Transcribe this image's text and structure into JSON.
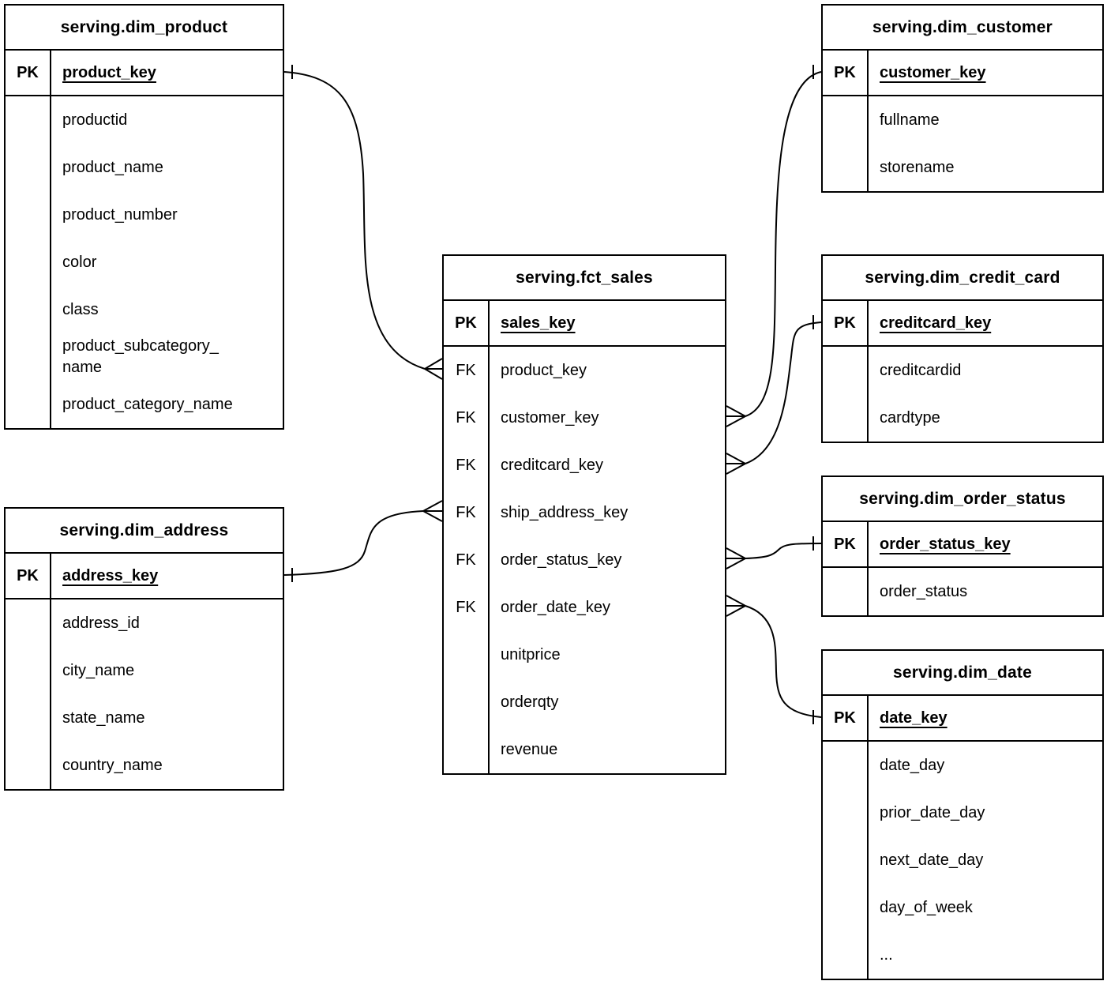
{
  "diagram": {
    "background_color": "#ffffff",
    "line_color": "#000000",
    "tables": {
      "dim_product": {
        "title": "serving.dim_product",
        "pk_label": "PK",
        "pk_field": "product_key",
        "attributes": [
          "productid",
          "product_name",
          "product_number",
          "color",
          "class",
          "product_subcategory_\nname",
          "product_category_name"
        ]
      },
      "dim_address": {
        "title": "serving.dim_address",
        "pk_label": "PK",
        "pk_field": "address_key",
        "attributes": [
          "address_id",
          "city_name",
          "state_name",
          "country_name"
        ]
      },
      "fct_sales": {
        "title": "serving.fct_sales",
        "pk_label": "PK",
        "pk_field": "sales_key",
        "fk_label": "FK",
        "fk_fields": [
          "product_key",
          "customer_key",
          "creditcard_key",
          "ship_address_key",
          "order_status_key",
          "order_date_key"
        ],
        "measures": [
          "unitprice",
          "orderqty",
          "revenue"
        ]
      },
      "dim_customer": {
        "title": "serving.dim_customer",
        "pk_label": "PK",
        "pk_field": "customer_key",
        "attributes": [
          "fullname",
          "storename"
        ]
      },
      "dim_credit_card": {
        "title": "serving.dim_credit_card",
        "pk_label": "PK",
        "pk_field": "creditcard_key",
        "attributes": [
          "creditcardid",
          "cardtype"
        ]
      },
      "dim_order_status": {
        "title": "serving.dim_order_status",
        "pk_label": "PK",
        "pk_field": "order_status_key",
        "attributes": [
          "order_status"
        ]
      },
      "dim_date": {
        "title": "serving.dim_date",
        "pk_label": "PK",
        "pk_field": "date_key",
        "attributes": [
          "date_day",
          "prior_date_day",
          "next_date_day",
          "day_of_week",
          "..."
        ]
      }
    },
    "relationships": [
      {
        "many_table": "serving.fct_sales",
        "many_field": "product_key",
        "one_table": "serving.dim_product",
        "one_field": "product_key",
        "cardinality": "many-to-one"
      },
      {
        "many_table": "serving.fct_sales",
        "many_field": "customer_key",
        "one_table": "serving.dim_customer",
        "one_field": "customer_key",
        "cardinality": "many-to-one"
      },
      {
        "many_table": "serving.fct_sales",
        "many_field": "creditcard_key",
        "one_table": "serving.dim_credit_card",
        "one_field": "creditcard_key",
        "cardinality": "many-to-one"
      },
      {
        "many_table": "serving.fct_sales",
        "many_field": "ship_address_key",
        "one_table": "serving.dim_address",
        "one_field": "address_key",
        "cardinality": "many-to-one"
      },
      {
        "many_table": "serving.fct_sales",
        "many_field": "order_status_key",
        "one_table": "serving.dim_order_status",
        "one_field": "order_status_key",
        "cardinality": "many-to-one"
      },
      {
        "many_table": "serving.fct_sales",
        "many_field": "order_date_key",
        "one_table": "serving.dim_date",
        "one_field": "date_key",
        "cardinality": "many-to-one"
      }
    ]
  }
}
